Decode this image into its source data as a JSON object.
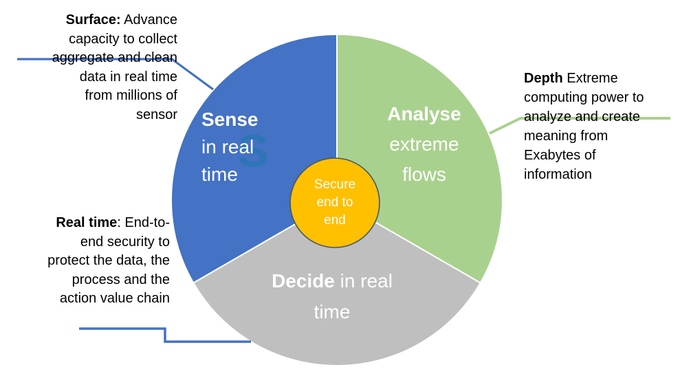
{
  "pie": {
    "segments": [
      {
        "name": "sense",
        "color": "#4472C4",
        "label_bold": "Sense",
        "label_line2": "in real",
        "label_line3": "time"
      },
      {
        "name": "analyse",
        "color": "#A9D18E",
        "label_bold": "Analyse",
        "label_line2": "extreme",
        "label_line3": "flows"
      },
      {
        "name": "decide",
        "color": "#BFBFBF",
        "label_bold": "Decide",
        "label_bold_suffix": " in real",
        "label_line2": "time"
      }
    ],
    "center": {
      "color": "#FFC000",
      "border_color": "#44546A",
      "line1": "Secure",
      "line2": "end to",
      "line3": "end"
    },
    "watermark_letter": "S",
    "watermark_color": "#2E75B6"
  },
  "annotations": {
    "surface": {
      "bold": "Surface:",
      "first_line_rest": " Advance",
      "lines": [
        "capacity to collect",
        "aggregate and clean",
        "data in real time",
        "from millions of",
        "sensor"
      ],
      "callout_color": "#4472C4"
    },
    "depth": {
      "bold": "Depth",
      "first_line_rest": " Extreme",
      "lines": [
        "computing power to",
        "analyze and create",
        "meaning from",
        "Exabytes of",
        "information"
      ],
      "callout_color": "#A9D18E"
    },
    "realtime": {
      "bold": "Real time",
      "first_line_rest": ": End-to-",
      "lines": [
        "end security to",
        "protect the data, the",
        "process and the",
        "action value chain"
      ],
      "callout_color": "#4472C4"
    }
  }
}
